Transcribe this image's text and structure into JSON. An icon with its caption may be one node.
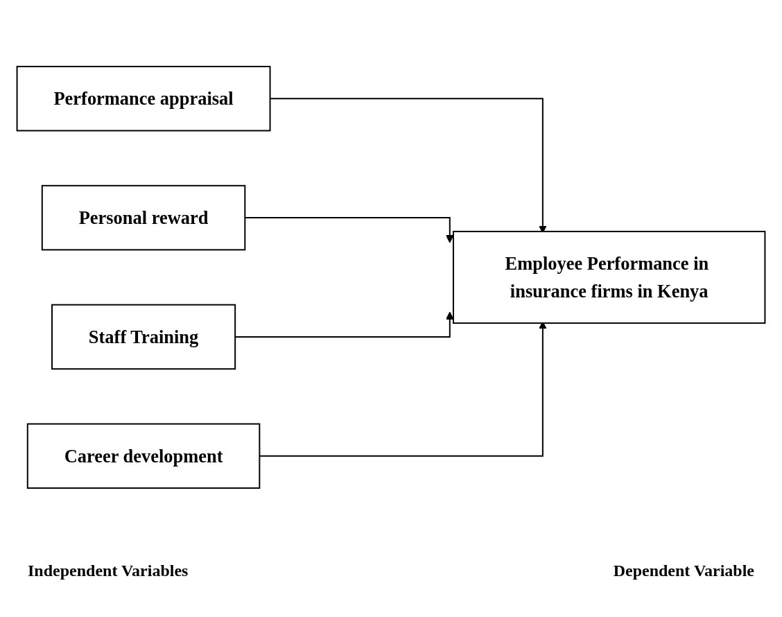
{
  "diagram": {
    "nodes": [
      {
        "text": [
          "Performance appraisal"
        ]
      },
      {
        "text": [
          "Personal reward"
        ]
      },
      {
        "text": [
          "Staff Training"
        ]
      },
      {
        "text": [
          "Career development"
        ]
      },
      {
        "text": [
          "Employee Performance in insurance firms in Kenya"
        ]
      }
    ],
    "edges": [
      {
        "from": 0,
        "to": 4,
        "arrow": "to"
      },
      {
        "from": 1,
        "to": 4,
        "arrow": "to"
      },
      {
        "from": 2,
        "to": 4,
        "arrow": "to"
      },
      {
        "from": 3,
        "to": 4,
        "arrow": "to"
      }
    ],
    "labels": [
      "Independent Variables",
      "Dependent Variable"
    ]
  }
}
